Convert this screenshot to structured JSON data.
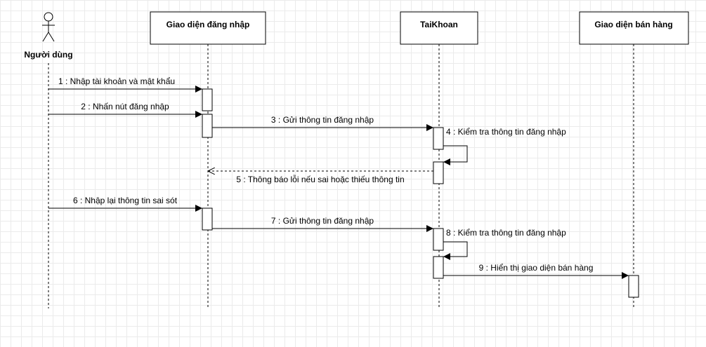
{
  "actor": {
    "name": "Người dùng"
  },
  "participants": {
    "login_ui": "Giao diện đăng nhập",
    "account": "TaiKhoan",
    "sales_ui": "Giao diện bán hàng"
  },
  "messages": [
    {
      "label": "1 : Nhập tài khoản và mật khẩu"
    },
    {
      "label": "2 : Nhấn nút đăng nhập"
    },
    {
      "label": "3 : Gửi thông tin đăng nhập"
    },
    {
      "label": "4 : Kiểm tra thông tin đăng nhập"
    },
    {
      "label": "5 : Thông báo lỗi nếu sai hoặc thiếu thông tin"
    },
    {
      "label": "6 : Nhập lại thông tin sai sót"
    },
    {
      "label": "7 : Gửi thông tin đăng nhập"
    },
    {
      "label": "8 : Kiểm tra thông tin đăng nhập"
    },
    {
      "label": "9 : Hiển thị giao diện bán hàng"
    }
  ]
}
